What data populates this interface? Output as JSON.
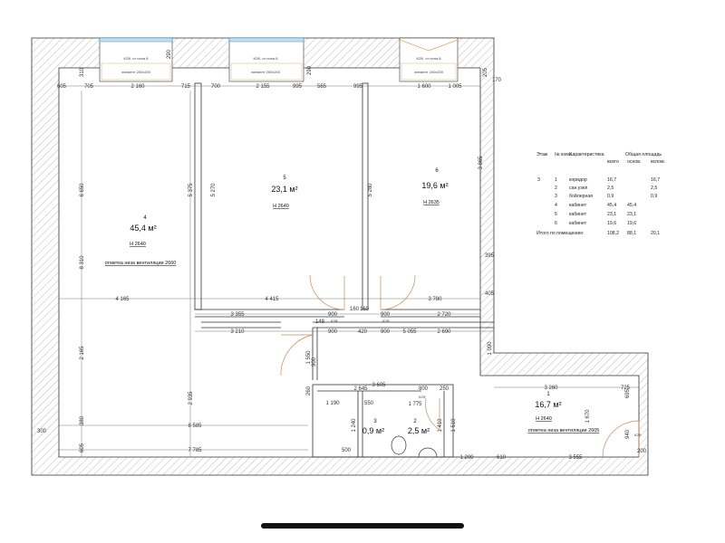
{
  "plan": {
    "windows": [
      "К2Ф, от пола 8",
      "К2Ф, от пола 8",
      "К2Ф, от пола 8"
    ],
    "sills": [
      "элемент 200х200",
      "элемент 200х200",
      "элемент 200х200"
    ],
    "rooms": [
      {
        "num": "1",
        "area": "16,7 м²",
        "height": "Н 2640",
        "note": "отметка низа вентиляции 2605"
      },
      {
        "num": "2",
        "area": "2,5 м²"
      },
      {
        "num": "3",
        "area": "0,9 м²"
      },
      {
        "num": "4",
        "area": "45,4 м²",
        "height": "Н 2640",
        "note": "отметка низа вентиляции 2660"
      },
      {
        "num": "5",
        "area": "23,1 м²",
        "height": "Н 2640"
      },
      {
        "num": "6",
        "area": "19,6 м²",
        "height": "Н 2635"
      }
    ],
    "doors": [
      "К2Ф",
      "К2Ф",
      "К2Ф",
      "К2Ф"
    ],
    "dims": [
      "605",
      "705",
      "2 160",
      "715",
      "700",
      "2 155",
      "995",
      "565",
      "995",
      "1 600",
      "1 005",
      "170",
      "310",
      "290",
      "290",
      "205",
      "4 165",
      "4 415",
      "3 780",
      "405",
      "3 355",
      "160",
      "160",
      "900",
      "900",
      "2 720",
      "3 210",
      "148",
      "900",
      "420",
      "900",
      "5 055",
      "2 690",
      "1 190",
      "2 645",
      "3 605",
      "800",
      "250",
      "550",
      "1 775",
      "8 585",
      "7 785",
      "500",
      "1 200",
      "610",
      "3 555",
      "3 260",
      "725",
      "6 650",
      "8 310",
      "2 165",
      "2 935",
      "5 375",
      "5 270",
      "5 280",
      "3 865",
      "1 090",
      "1 670",
      "1 550",
      "1 240",
      "1 410",
      "1 510",
      "695",
      "940",
      "380",
      "605",
      "300",
      "200",
      "395",
      "260",
      "900"
    ]
  },
  "table": {
    "headers": {
      "floor": "Этаж",
      "room_no": "№ комн.",
      "type": "Характеристика",
      "total_area": "Общая площадь",
      "all": "всего",
      "main": "основ.",
      "aux": "вспом."
    },
    "floor": "3",
    "rows": [
      {
        "no": "1",
        "type": "коридор",
        "all": "16,7",
        "main": "",
        "aux": "16,7"
      },
      {
        "no": "2",
        "type": "сан.узел",
        "all": "2,5",
        "main": "",
        "aux": "2,5"
      },
      {
        "no": "3",
        "type": "бойлерная",
        "all": "0,9",
        "main": "",
        "aux": "0,9"
      },
      {
        "no": "4",
        "type": "кабинет",
        "all": "45,4",
        "main": "45,4",
        "aux": ""
      },
      {
        "no": "5",
        "type": "кабинет",
        "all": "23,1",
        "main": "23,1",
        "aux": ""
      },
      {
        "no": "6",
        "type": "кабинет",
        "all": "19,6",
        "main": "19,6",
        "aux": ""
      }
    ],
    "total": {
      "label": "Итого по помещению:",
      "all": "108,2",
      "main": "88,1",
      "aux": "20,1"
    }
  }
}
